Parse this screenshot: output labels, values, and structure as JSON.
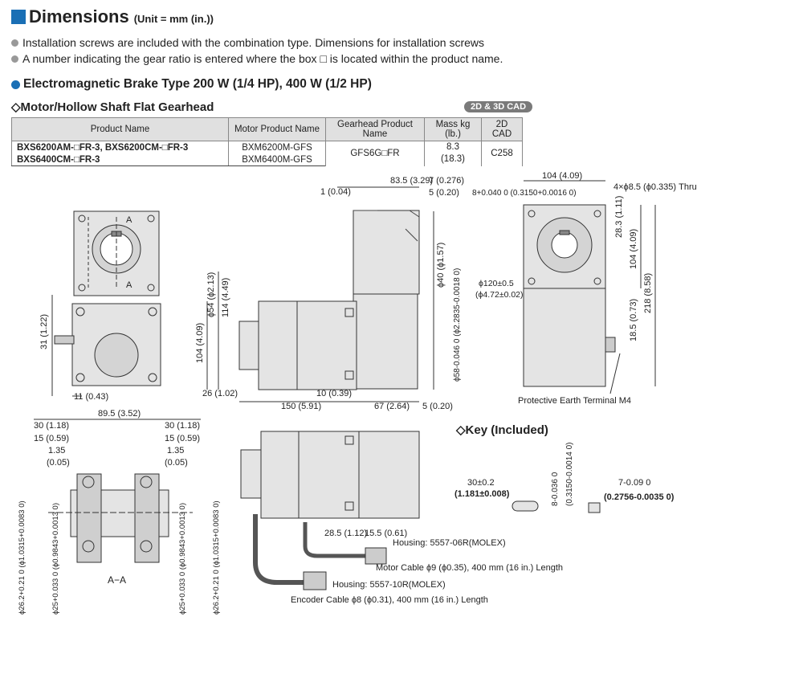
{
  "title": "Dimensions",
  "unit": "(Unit = mm (in.))",
  "notes": [
    "Installation screws are included with the combination type. Dimensions for installation screws",
    "A number indicating the gear ratio is entered where the box □ is located within the product name."
  ],
  "section": "Electromagnetic Brake Type  200 W (1/4 HP), 400 W (1/2 HP)",
  "subsection": "◇Motor/Hollow Shaft Flat Gearhead",
  "cad_badge": "2D & 3D CAD",
  "table": {
    "headers": [
      "Product Name",
      "Motor Product Name",
      "Gearhead Product Name",
      "Mass kg (lb.)",
      "2D CAD"
    ],
    "row1": {
      "product": "BXS6200AM-□FR-3, BXS6200CM-□FR-3",
      "motor": "BXM6200M-GFS"
    },
    "row2": {
      "product": "BXS6400CM-□FR-3",
      "motor": "BXM6400M-GFS"
    },
    "gearhead": "GFS6G□FR",
    "mass": "8.3",
    "mass_lb": "(18.3)",
    "cad": "C258"
  },
  "dims": {
    "d_83_5": "83.5 (3.29)",
    "d_7": "7 (0.276)",
    "d_1": "1 (0.04)",
    "d_5a": "5 (0.20)",
    "d_8tol": "8+0.040 0 (0.3150+0.0016 0)",
    "d_104w": "104 (4.09)",
    "d_holes": "4×ϕ8.5 (ϕ0.335) Thru",
    "d_28_3": "28.3 (1.11)",
    "d_104h": "104 (4.09)",
    "d_218": "218 (8.58)",
    "d_18_5": "18.5 (0.73)",
    "d_phi120": "ϕ120±0.5",
    "d_phi120in": "(ϕ4.72±0.02)",
    "d_phi40": "ϕ40 (ϕ1.57)",
    "d_phi58": "ϕ58-0.046 0 (ϕ2.2835-0.0018 0)",
    "d_phi54": "ϕ54 (ϕ2.13)",
    "d_114": "114 (4.49)",
    "d_104l": "104 (4.09)",
    "d_31": "31 (1.22)",
    "d_11": "11 (0.43)",
    "d_26": "26 (1.02)",
    "d_10": "10 (0.39)",
    "d_150": "150 (5.91)",
    "d_67": "67 (2.64)",
    "d_5b": "5 (0.20)",
    "pe_terminal": "Protective Earth Terminal M4",
    "d_89_5": "89.5 (3.52)",
    "d_30": "30 (1.18)",
    "d_15": "15 (0.59)",
    "d_1_35": "1.35",
    "d_0_05": "(0.05)",
    "section_aa": "A−A",
    "label_a": "A",
    "d_bore1": "ϕ26.2+0.21 0 (ϕ1.0315+0.0083 0)",
    "d_bore2": "ϕ25+0.033 0 (ϕ0.9843+0.0013 0)",
    "d_28_5": "28.5 (1.12)",
    "d_15_5": "15.5 (0.61)",
    "housing1": "Housing: 5557-06R(MOLEX)",
    "motor_cable": "Motor Cable ϕ9 (ϕ0.35), 400 mm (16 in.) Length",
    "housing2": "Housing: 5557-10R(MOLEX)",
    "encoder_cable": "Encoder Cable ϕ8 (ϕ0.31), 400 mm (16 in.) Length"
  },
  "key": {
    "title": "◇Key (Included)",
    "len": "30±0.2",
    "len_in": "(1.181±0.008)",
    "w": "8-0.036 0",
    "w_in": "(0.3150-0.0014 0)",
    "h": "7-0.09 0",
    "h_in": "(0.2756-0.0035 0)"
  }
}
